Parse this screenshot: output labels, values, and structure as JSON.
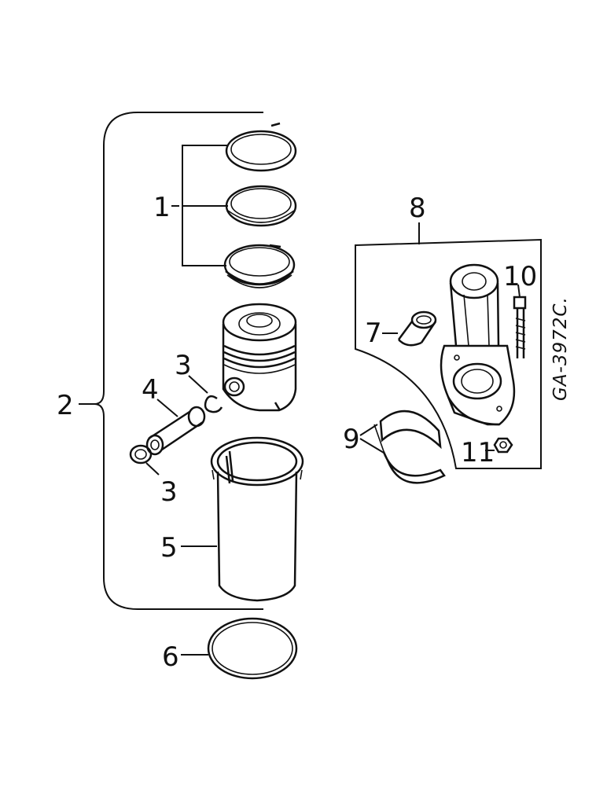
{
  "diagram": {
    "reference_code": "GA-3972C.",
    "callouts": {
      "c1": "1",
      "c2": "2",
      "c3a": "3",
      "c3b": "3",
      "c4": "4",
      "c5": "5",
      "c6": "6",
      "c7": "7",
      "c8": "8",
      "c9": "9",
      "c10": "10",
      "c11": "11"
    }
  }
}
